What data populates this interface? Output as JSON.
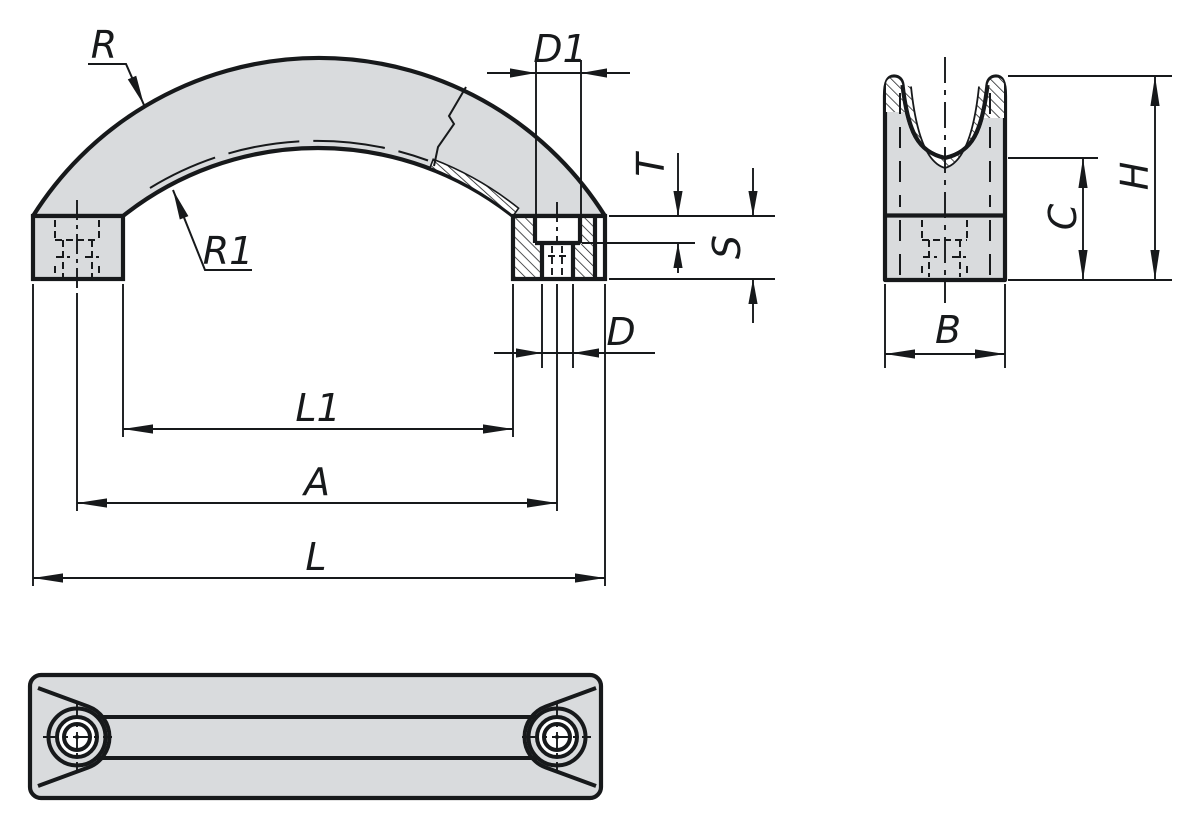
{
  "labels": {
    "r": "R",
    "r1": "R1",
    "d1": "D1",
    "t": "T",
    "s": "S",
    "d": "D",
    "l1": "L1",
    "a": "A",
    "l": "L",
    "h": "H",
    "c": "C",
    "b": "B"
  },
  "colors": {
    "line": "#17191b",
    "part_fill": "#d9dbdd",
    "section_fill": "#ffffff",
    "background": "#ffffff"
  }
}
